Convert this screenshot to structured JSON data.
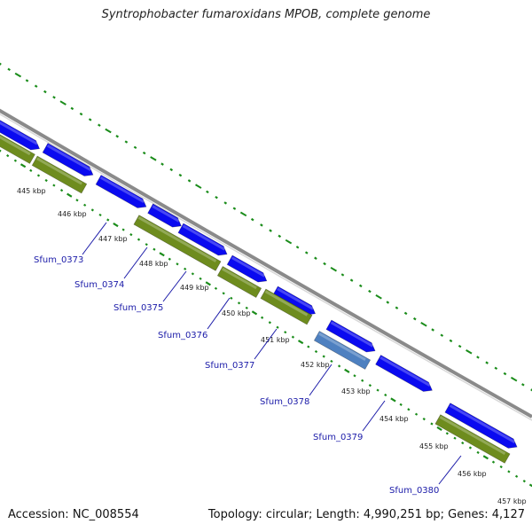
{
  "title": "Syntrophobacter fumaroxidans MPOB, complete genome",
  "footer": {
    "accession": "Accession: NC_008554",
    "summary": "Topology: circular; Length: 4,990,251 bp; Genes: 4,127"
  },
  "colors": {
    "backbone": "#8a8a8a",
    "forward_gene": "#0a0af0",
    "reverse_gene": "#6e8c1e",
    "highlight_gene": "#4e80c0",
    "outer_ticks": "#1a8c1a",
    "gene_label": "#1a1aa8"
  },
  "scale_labels": [
    "445 kbp",
    "446 kbp",
    "447 kbp",
    "448 kbp",
    "449 kbp",
    "450 kbp",
    "451 kbp",
    "452 kbp",
    "453 kbp",
    "454 kbp",
    "455 kbp",
    "456 kbp",
    "457 kbp"
  ],
  "gene_labels": [
    "Sfum_0373",
    "Sfum_0374",
    "Sfum_0375",
    "Sfum_0376",
    "Sfum_0377",
    "Sfum_0378",
    "Sfum_0379",
    "Sfum_0380"
  ]
}
